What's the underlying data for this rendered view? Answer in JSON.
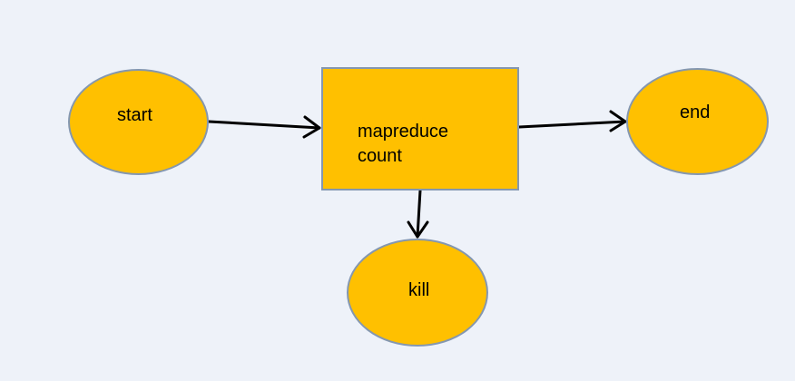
{
  "diagram": {
    "colors": {
      "background": "#eef2f9",
      "node_fill": "#ffc000",
      "node_border": "#8497b0",
      "edge": "#000000"
    },
    "nodes": {
      "start": {
        "label": "start",
        "shape": "ellipse"
      },
      "action": {
        "label_line1": "mapreduce",
        "label_line2": "count",
        "shape": "rectangle"
      },
      "end": {
        "label": "end",
        "shape": "ellipse"
      },
      "kill": {
        "label": "kill",
        "shape": "ellipse"
      }
    },
    "edges": [
      {
        "from": "start",
        "to": "action"
      },
      {
        "from": "action",
        "to": "end"
      },
      {
        "from": "action",
        "to": "kill"
      }
    ]
  }
}
